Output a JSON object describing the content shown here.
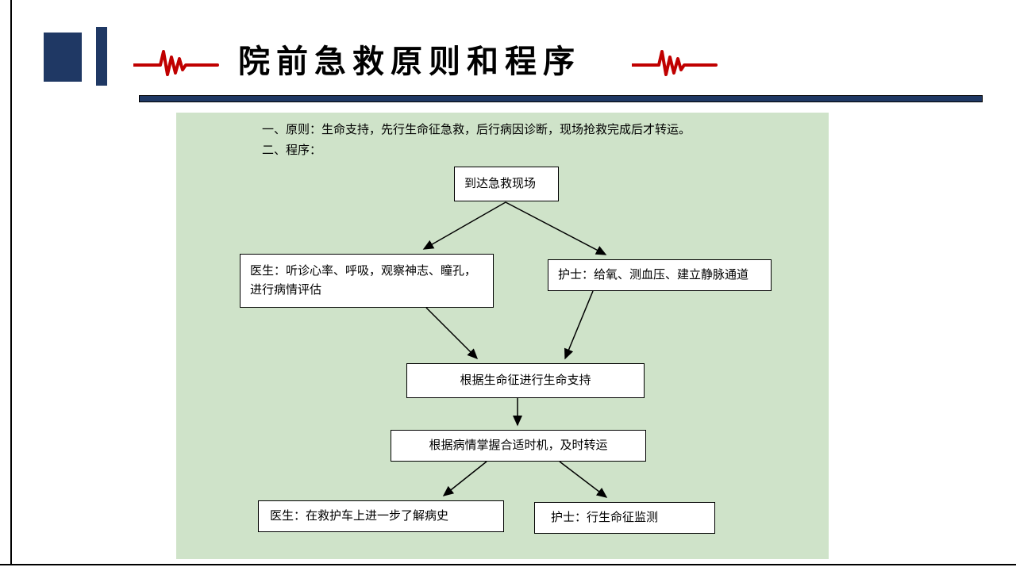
{
  "slide": {
    "title": "院前急救原则和程序",
    "colors": {
      "accent_navy": "#1f3864",
      "ecg_red": "#c00000",
      "panel_green": "#cfe3c9",
      "node_bg": "#ffffff",
      "line_black": "#000000"
    },
    "icons": {
      "left": "ecg-pulse-icon",
      "right": "ecg-pulse-icon"
    },
    "intro": {
      "line1": "一、原则：生命支持，先行生命征急救，后行病因诊断，现场抢救完成后才转运。",
      "line2": "二、程序："
    },
    "flowchart": {
      "nodes": [
        {
          "id": "start",
          "label": "到达急救现场"
        },
        {
          "id": "doctor-assess",
          "label": "医生：听诊心率、呼吸，观察神志、瞳孔，\n进行病情评估"
        },
        {
          "id": "nurse-support",
          "label": "护士：给氧、测血压、建立静脉通道"
        },
        {
          "id": "life-support",
          "label": "根据生命征进行生命支持"
        },
        {
          "id": "transfer",
          "label": "根据病情掌握合适时机，及时转运"
        },
        {
          "id": "doctor-history",
          "label": "医生：在救护车上进一步了解病史"
        },
        {
          "id": "nurse-monitor",
          "label": "护士：行生命征监测"
        }
      ],
      "edges": [
        {
          "from": "start",
          "to": "doctor-assess"
        },
        {
          "from": "start",
          "to": "nurse-support"
        },
        {
          "from": "doctor-assess",
          "to": "life-support"
        },
        {
          "from": "nurse-support",
          "to": "life-support"
        },
        {
          "from": "life-support",
          "to": "transfer"
        },
        {
          "from": "transfer",
          "to": "doctor-history"
        },
        {
          "from": "transfer",
          "to": "nurse-monitor"
        }
      ]
    }
  }
}
